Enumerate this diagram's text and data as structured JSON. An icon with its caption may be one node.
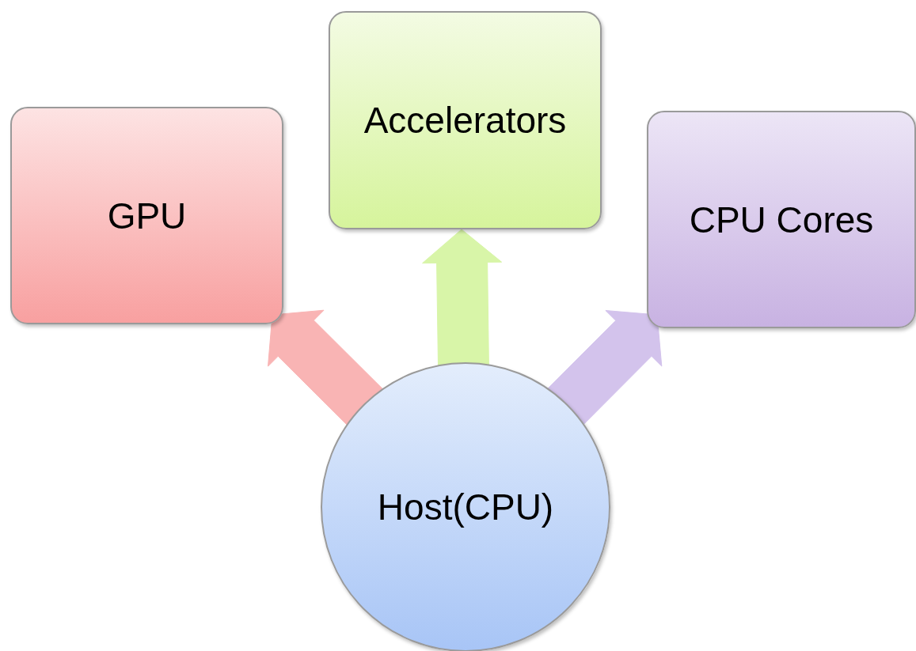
{
  "diagram": {
    "nodes": [
      {
        "text": [
          "GPU"
        ]
      },
      {
        "text": [
          "Accelerators"
        ]
      },
      {
        "text": [
          "CPU Cores"
        ]
      },
      {
        "text": [
          "Host(CPU)"
        ]
      }
    ],
    "edges": [
      {
        "from": 3,
        "to": 0,
        "arrow": "to",
        "style": "thick",
        "color": "#f9b4b4"
      },
      {
        "from": 3,
        "to": 1,
        "arrow": "to",
        "style": "thick",
        "color": "#d8f5a8"
      },
      {
        "from": 3,
        "to": 2,
        "arrow": "to",
        "style": "thick",
        "color": "#d3c3ec"
      }
    ]
  }
}
